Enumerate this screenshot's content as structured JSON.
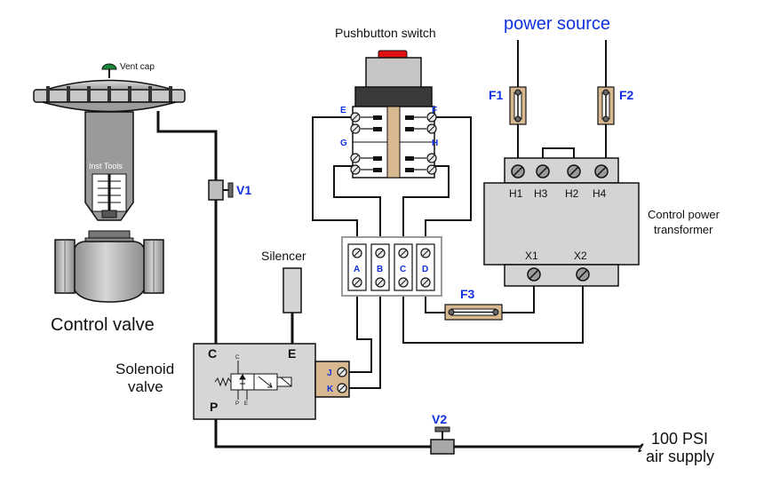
{
  "labels": {
    "vent_cap": "Vent cap",
    "inst_tools": "Inst Tools",
    "control_valve": "Control valve",
    "v1": "V1",
    "v2": "V2",
    "pushbutton_switch": "Pushbutton switch",
    "power_source": "power source",
    "f1": "F1",
    "f2": "F2",
    "f3": "F3",
    "sw_e": "E",
    "sw_f": "F",
    "sw_g": "G",
    "sw_h": "H",
    "h1": "H1",
    "h3": "H3",
    "h2": "H2",
    "h4": "H4",
    "x1": "X1",
    "x2": "X2",
    "cpt_line1": "Control power",
    "cpt_line2": "transformer",
    "silencer": "Silencer",
    "solenoid_line1": "Solenoid",
    "solenoid_line2": "valve",
    "port_c": "C",
    "port_e": "E",
    "port_p": "P",
    "sym_c": "C",
    "sym_p": "P",
    "sym_e": "E",
    "term_j": "J",
    "term_k": "K",
    "tb_a": "A",
    "tb_b": "B",
    "tb_c": "C",
    "tb_d": "D",
    "air_line1": "100 PSI",
    "air_line2": "air supply"
  },
  "colors": {
    "wire": "#111111",
    "label_blue": "#1030e0",
    "pushbutton_red": "#e01010",
    "vent_cap_green": "#1a8a3a",
    "fuse_tan": "#d8b890",
    "valve_body_gray": "#a8a8a8",
    "transformer_gray": "#d4d4d4"
  }
}
